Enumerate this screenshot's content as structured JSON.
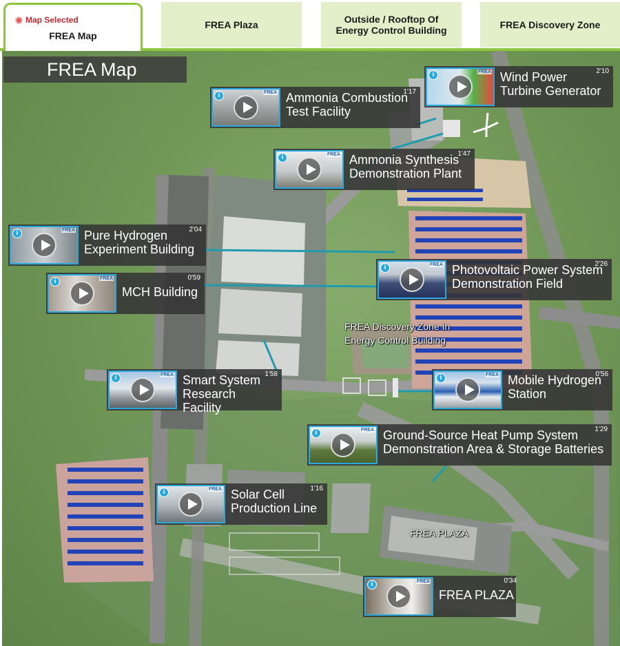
{
  "tabs": {
    "selected_indicator": "Map Selected",
    "active": "FREA Map",
    "items": [
      "FREA Plaza",
      "Outside / Rooftop Of\nEnergy Control Building",
      "FREA Discovery Zone"
    ]
  },
  "map": {
    "title": "FREA Map",
    "labels": {
      "discovery_zone": "FREA Discovery Zone In\nEnergy Control Building",
      "plaza": "FREA PLAZA"
    }
  },
  "thumb_brand": "FREA",
  "facilities": [
    {
      "id": "ammonia-combustion",
      "name": "Ammonia Combustion\nTest Facility",
      "duration": "1'17"
    },
    {
      "id": "wind-power",
      "name": "Wind Power\nTurbine Generator",
      "duration": "2'10"
    },
    {
      "id": "ammonia-synthesis",
      "name": "Ammonia Synthesis\nDemonstration Plant",
      "duration": "1'47"
    },
    {
      "id": "pure-hydrogen",
      "name": "Pure Hydrogen\nExperiment Building",
      "duration": "2'04"
    },
    {
      "id": "photovoltaic",
      "name": "Photovoltaic Power System\nDemonstration Field",
      "duration": "2'26"
    },
    {
      "id": "mch-building",
      "name": "MCH Building",
      "duration": "0'59"
    },
    {
      "id": "smart-system",
      "name": "Smart System\nResearch Facility",
      "duration": "1'58"
    },
    {
      "id": "mobile-hydrogen",
      "name": "Mobile Hydrogen\nStation",
      "duration": "0'56"
    },
    {
      "id": "ground-source",
      "name": "Ground-Source Heat Pump System\nDemonstration Area & Storage Batteries",
      "duration": "1'29"
    },
    {
      "id": "solar-cell",
      "name": "Solar Cell\nProduction Line",
      "duration": "1'16"
    },
    {
      "id": "frea-plaza",
      "name": "FREA PLAZA",
      "duration": "0'34"
    }
  ],
  "colors": {
    "accent_green": "#8cc63f",
    "tab_bg": "#e3efc9",
    "thumb_border": "#2aa9e0",
    "connector": "#1f9bb0",
    "selected_red": "#c0282d"
  }
}
